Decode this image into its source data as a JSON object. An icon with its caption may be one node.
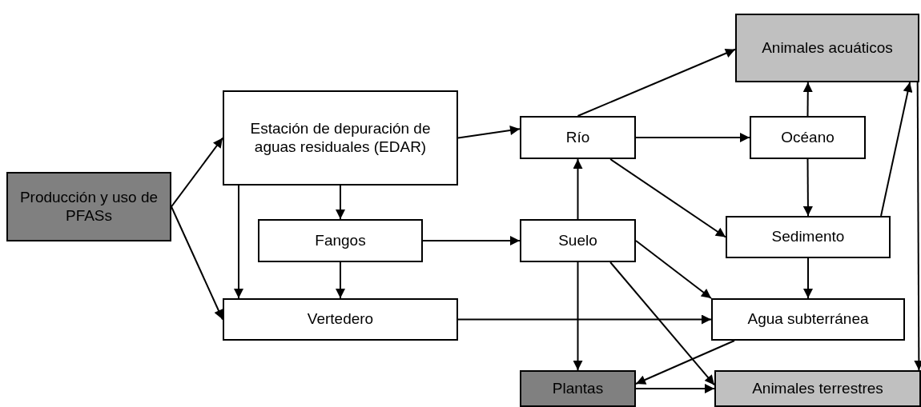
{
  "diagram": {
    "nodes": [
      {
        "text": [
          "Producción y uso de PFASs"
        ]
      },
      {
        "text": [
          "Estación de depuración de aguas residuales (EDAR)"
        ]
      },
      {
        "text": [
          "Fangos"
        ]
      },
      {
        "text": [
          "Vertedero"
        ]
      },
      {
        "text": [
          "Río"
        ]
      },
      {
        "text": [
          "Suelo"
        ]
      },
      {
        "text": [
          "Océano"
        ]
      },
      {
        "text": [
          "Sedimento"
        ]
      },
      {
        "text": [
          "Agua subterránea"
        ]
      },
      {
        "text": [
          "Animales acuáticos"
        ]
      },
      {
        "text": [
          "Plantas"
        ]
      },
      {
        "text": [
          "Animales terrestres"
        ]
      }
    ],
    "edges": [
      {
        "from": 0,
        "to": 1,
        "arrow": "to"
      },
      {
        "from": 0,
        "to": 3,
        "arrow": "to"
      },
      {
        "from": 1,
        "to": 2,
        "arrow": "to"
      },
      {
        "from": 1,
        "to": 3,
        "arrow": "to"
      },
      {
        "from": 2,
        "to": 3,
        "arrow": "to"
      },
      {
        "from": 1,
        "to": 4,
        "arrow": "to"
      },
      {
        "from": 2,
        "to": 5,
        "arrow": "to"
      },
      {
        "from": 3,
        "to": 8,
        "arrow": "to"
      },
      {
        "from": 4,
        "to": 9,
        "arrow": "to"
      },
      {
        "from": 4,
        "to": 6,
        "arrow": "to"
      },
      {
        "from": 4,
        "to": 7,
        "arrow": "to"
      },
      {
        "from": 5,
        "to": 4,
        "arrow": "to"
      },
      {
        "from": 5,
        "to": 8,
        "arrow": "to"
      },
      {
        "from": 5,
        "to": 10,
        "arrow": "to"
      },
      {
        "from": 5,
        "to": 11,
        "arrow": "to"
      },
      {
        "from": 6,
        "to": 9,
        "arrow": "to"
      },
      {
        "from": 6,
        "to": 7,
        "arrow": "to"
      },
      {
        "from": 7,
        "to": 9,
        "arrow": "to"
      },
      {
        "from": 7,
        "to": 8,
        "arrow": "to"
      },
      {
        "from": 9,
        "to": 11,
        "arrow": "to"
      },
      {
        "from": 8,
        "to": 10,
        "arrow": "to"
      },
      {
        "from": 10,
        "to": 11,
        "arrow": "to"
      }
    ]
  }
}
